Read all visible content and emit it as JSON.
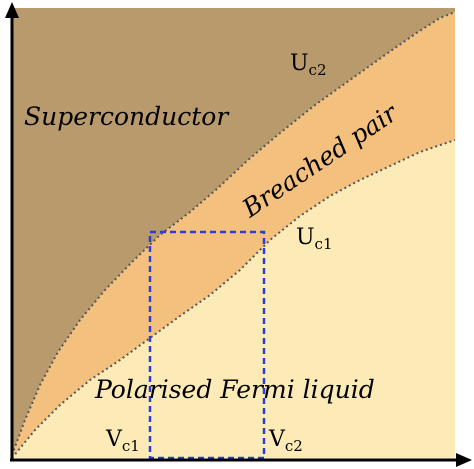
{
  "colors": {
    "superconductor": "#b89a6c",
    "breached_pair": "#f4c07e",
    "polarised_fermi_liquid": "#fdebb7",
    "boundary_line": "#555555",
    "box": "#2b3fd6",
    "axes": "#000000"
  },
  "regions": {
    "superconductor": "Superconductor",
    "breached_pair": "Breached pair",
    "polarised_fermi_liquid": "Polarised Fermi liquid"
  },
  "boundaries": {
    "upper": {
      "main": "U",
      "sub": "c2"
    },
    "lower": {
      "main": "U",
      "sub": "c1"
    }
  },
  "markers": {
    "left": {
      "main": "V",
      "sub": "c1"
    },
    "right": {
      "main": "V",
      "sub": "c2"
    }
  }
}
